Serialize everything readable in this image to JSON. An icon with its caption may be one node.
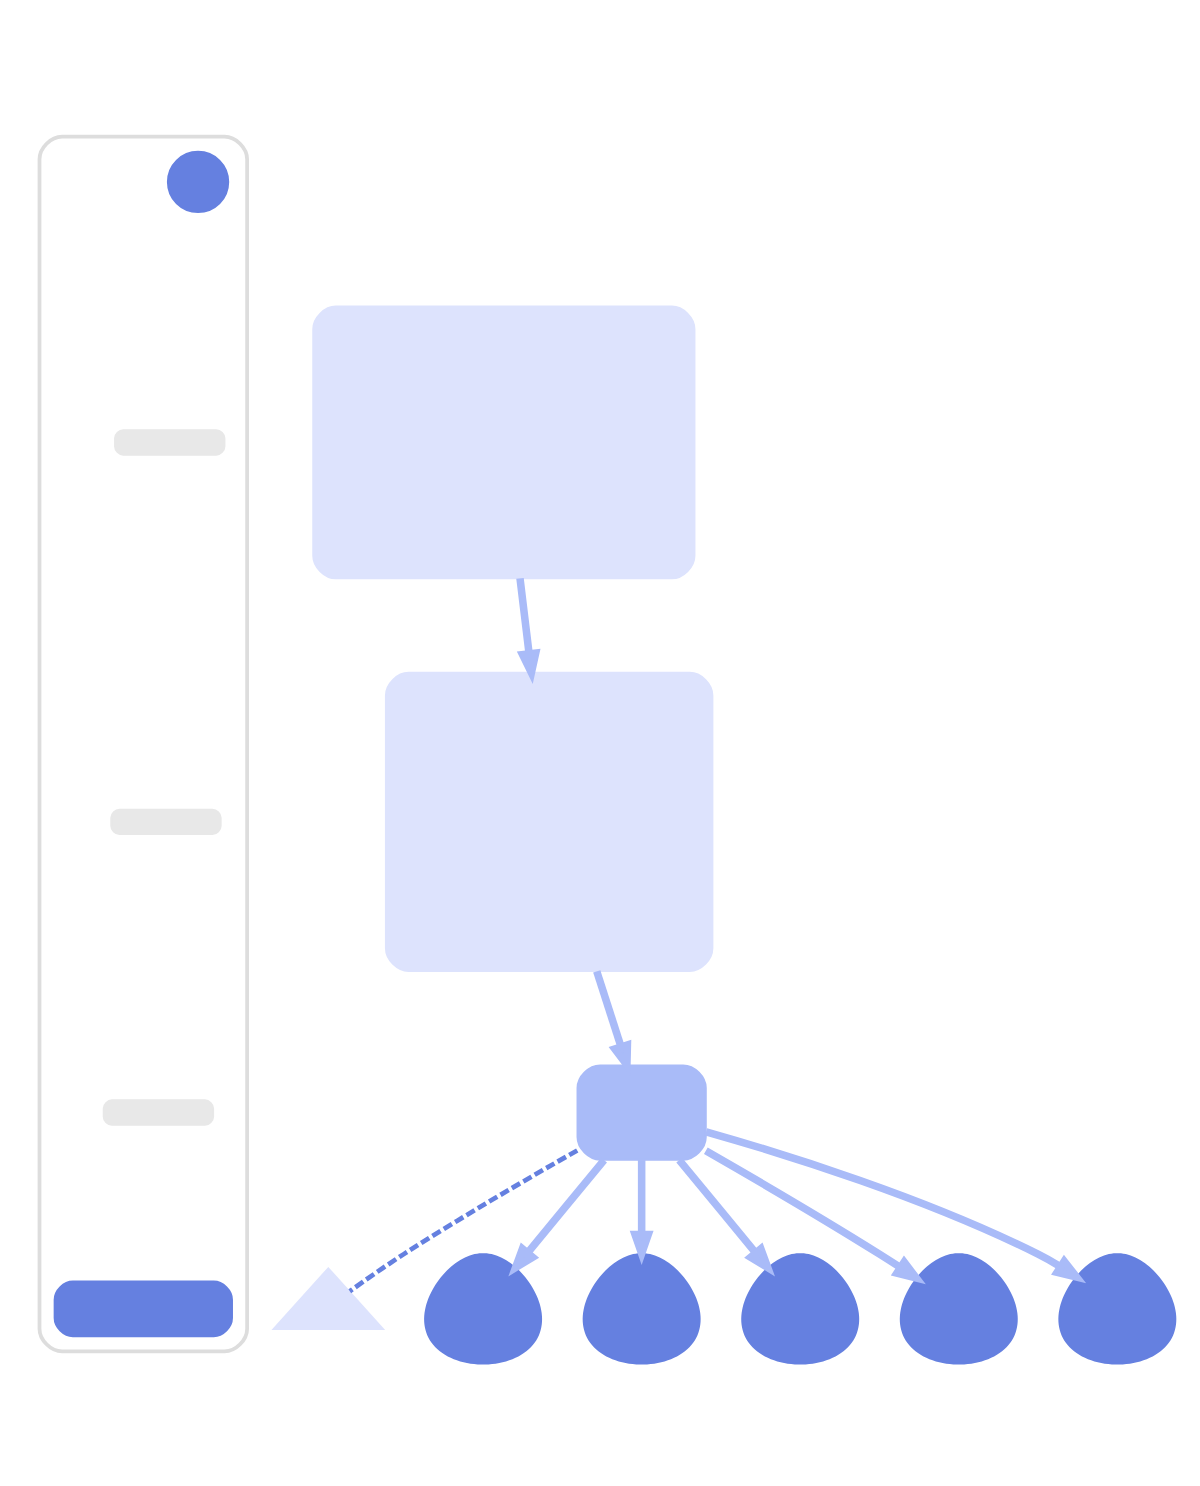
{
  "diagram": {
    "nodes": [
      {
        "text": [],
        "shape": "box"
      },
      {
        "text": [],
        "shape": "circle",
        "in": 0
      },
      {
        "text": [],
        "shape": "bar",
        "in": 0
      },
      {
        "text": [],
        "shape": "bar",
        "in": 0
      },
      {
        "text": [],
        "shape": "bar",
        "in": 0
      },
      {
        "text": [],
        "shape": "box",
        "in": 0
      },
      {
        "text": [],
        "shape": "box"
      },
      {
        "text": [],
        "shape": "box"
      },
      {
        "text": [],
        "shape": "plane"
      },
      {
        "text": [],
        "shape": "envelope"
      },
      {
        "text": [],
        "shape": "person"
      },
      {
        "text": [],
        "shape": "person"
      },
      {
        "text": [],
        "shape": "person"
      },
      {
        "text": [],
        "shape": "person"
      },
      {
        "text": [],
        "shape": "person"
      }
    ],
    "edges": [
      {
        "from": 6,
        "to": 7,
        "arrow": "to"
      },
      {
        "from": 7,
        "to": 9,
        "arrow": "to"
      },
      {
        "from": 9,
        "to": 8,
        "arrow": "none",
        "style": "dashed",
        "color": "#6580e0"
      },
      {
        "from": 9,
        "to": 10,
        "arrow": "to"
      },
      {
        "from": 9,
        "to": 11,
        "arrow": "to"
      },
      {
        "from": 9,
        "to": 12,
        "arrow": "to"
      },
      {
        "from": 9,
        "to": 13,
        "arrow": "to"
      },
      {
        "from": 9,
        "to": 14,
        "arrow": "to"
      }
    ]
  }
}
